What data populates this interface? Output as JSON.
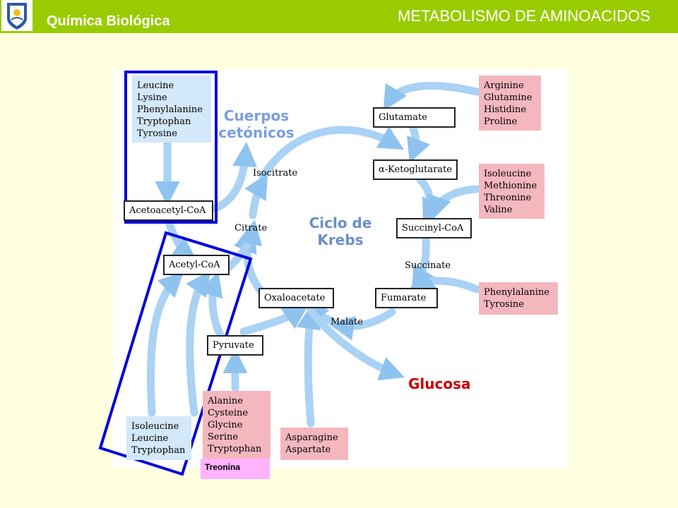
{
  "header": {
    "course": "Química Biológica",
    "topic": "METABOLISMO DE AMINOACIDOS",
    "logo_icon": "university-seal-icon"
  },
  "diagram": {
    "center_label_1": "Ciclo de",
    "center_label_2": "Krebs",
    "ketone_label_1": "Cuerpos",
    "ketone_label_2": "cetónicos",
    "glucose_label": "Glucosa",
    "intermediates": {
      "isocitrate": "Isocitrate",
      "citrate": "Citrate",
      "succinate": "Succinate",
      "malate": "Malate",
      "glutamate": "Glutamate",
      "ketoglutarate": "α-Ketoglutarate",
      "succinyl_coa": "Succinyl-CoA",
      "fumarate": "Fumarate",
      "oxaloacetate": "Oxaloacetate",
      "acetoacetyl_coa": "Acetoacetyl-CoA",
      "acetyl_coa": "Acetyl-CoA",
      "pyruvate": "Pyruvate"
    },
    "amino_groups": {
      "ketogenic_top": [
        "Leucine",
        "Lysine",
        "Phenylalanine",
        "Tryptophan",
        "Tyrosine"
      ],
      "to_ketoglutarate": [
        "Arginine",
        "Glutamine",
        "Histidine",
        "Proline"
      ],
      "to_succinyl": [
        "Isoleucine",
        "Methionine",
        "Threonine",
        "Valine"
      ],
      "to_fumarate": [
        "Phenylalanine",
        "Tyrosine"
      ],
      "to_acetyl": [
        "Isoleucine",
        "Leucine",
        "Tryptophan"
      ],
      "to_pyruvate": [
        "Alanine",
        "Cysteine",
        "Glycine",
        "Serine",
        "Tryptophan"
      ],
      "to_oxaloacetate": [
        "Asparagine",
        "Aspartate"
      ]
    },
    "annotation": "Treonina",
    "colors": {
      "header": "#99cc00",
      "arrow": "#8fc3ef",
      "highlight_frame": "#0000dd",
      "glucose_text": "#cc0000",
      "center_text": "#6a8fc8"
    }
  }
}
